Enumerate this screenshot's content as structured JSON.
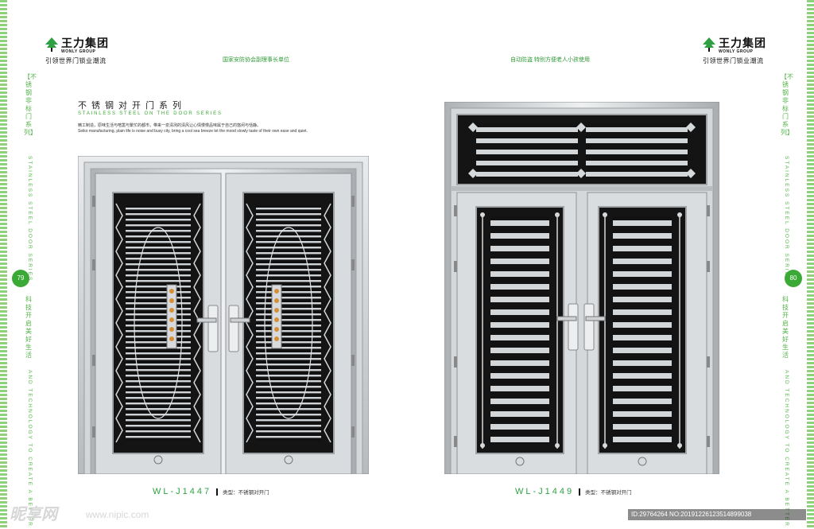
{
  "brand": {
    "name": "王力集团",
    "english": "WONLY GROUP",
    "slogan": "引领世界门锁业潮流"
  },
  "header_notes": {
    "left": "国家安防协会副理事长单位",
    "right": "自动防盗 特别方便老人小孩使用"
  },
  "left_spine": {
    "chinese": "【不锈钢非标门系列】",
    "english": "STAINLESS STEEL DOOR SERIES",
    "page_number": "79",
    "chinese2": "科技开启美好生活",
    "english2": "AND TECHNOLOGY TO CREATE A BETTER"
  },
  "right_spine": {
    "chinese": "【不锈钢非标门系列】",
    "english": "STAINLESS STEEL DOOR SERIES",
    "page_number": "80",
    "chinese2": "科技开启美好生活",
    "english2": "AND TECHNOLOGY TO CREATE A BETTER"
  },
  "series": {
    "title": "不锈钢对开门系列",
    "english": "STAINLESS STEEL ON THE DOOR SERIES",
    "desc_cn": "精工制造，原味生活与喧嚣与繁忙的都市，带来一泉清冽的清风让心情慢慢品味属于自己的悠闲与恬静。",
    "desc_en": "Seiko manufacturing, plain life is noise and busy city, bring a cool sea breeze let the mood slowly taste of their own ease and quiet."
  },
  "products": [
    {
      "model": "WL-J1447",
      "type": "类型：不锈钢对开门"
    },
    {
      "model": "WL-J1449",
      "type": "类型：不锈钢对开门"
    }
  ],
  "watermark": {
    "logo": "昵享网",
    "url": "www.nipic.com",
    "id": "ID:29764264 NO:20191226123514899038"
  },
  "colors": {
    "accent_green": "#3aa935",
    "steel": "#c9ccce",
    "dark": "#1b1b1b"
  }
}
